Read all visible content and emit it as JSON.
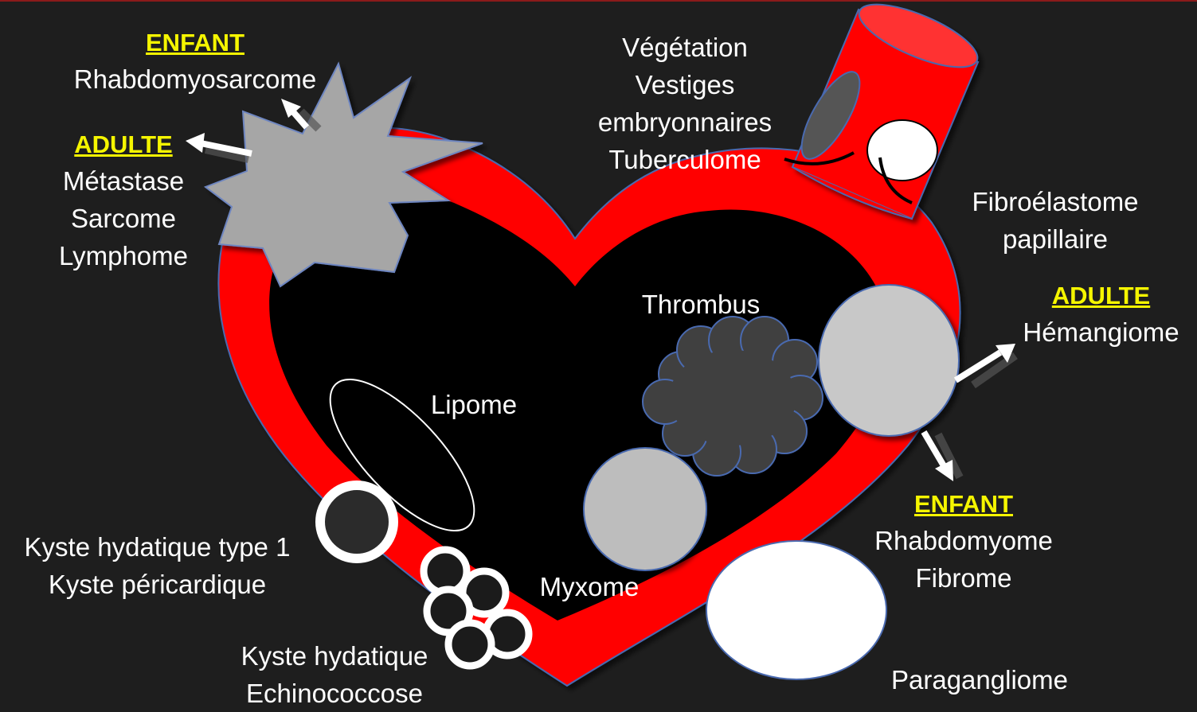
{
  "colors": {
    "background": "#1e1e1e",
    "heart_wall": "#ff0000",
    "tumor_gray": "#a6a6a6",
    "light_mass": "#c8c8c8",
    "thrombus": "#404040",
    "header_yellow": "#f5f500",
    "text": "#ffffff"
  },
  "labels": {
    "pericardium_group": {
      "child_header": "ENFANT",
      "child_items": [
        "Rhabdomyosarcome"
      ],
      "adult_header": "ADULTE",
      "adult_items": [
        "Métastase",
        "Sarcome",
        "Lymphome"
      ]
    },
    "valve_group": [
      "Végétation",
      "Vestiges",
      "embryonnaires",
      "Tuberculome"
    ],
    "fibroelastoma": [
      "Fibroélastome",
      "papillaire"
    ],
    "right_adult": {
      "header": "ADULTE",
      "items": [
        "Hémangiome"
      ]
    },
    "right_child": {
      "header": "ENFANT",
      "items": [
        "Rhabdomyome",
        "Fibrome"
      ]
    },
    "thrombus": "Thrombus",
    "lipome": "Lipome",
    "myxome": "Myxome",
    "cyst_type1": [
      "Kyste hydatique type 1",
      "Kyste péricardique"
    ],
    "hydatid": [
      "Kyste hydatique",
      "Echinococcose"
    ],
    "paraganglioma": "Paragangliome"
  },
  "icons": [
    "starburst-tumor",
    "cylinder-vessel",
    "cloud-thrombus",
    "arrow"
  ]
}
